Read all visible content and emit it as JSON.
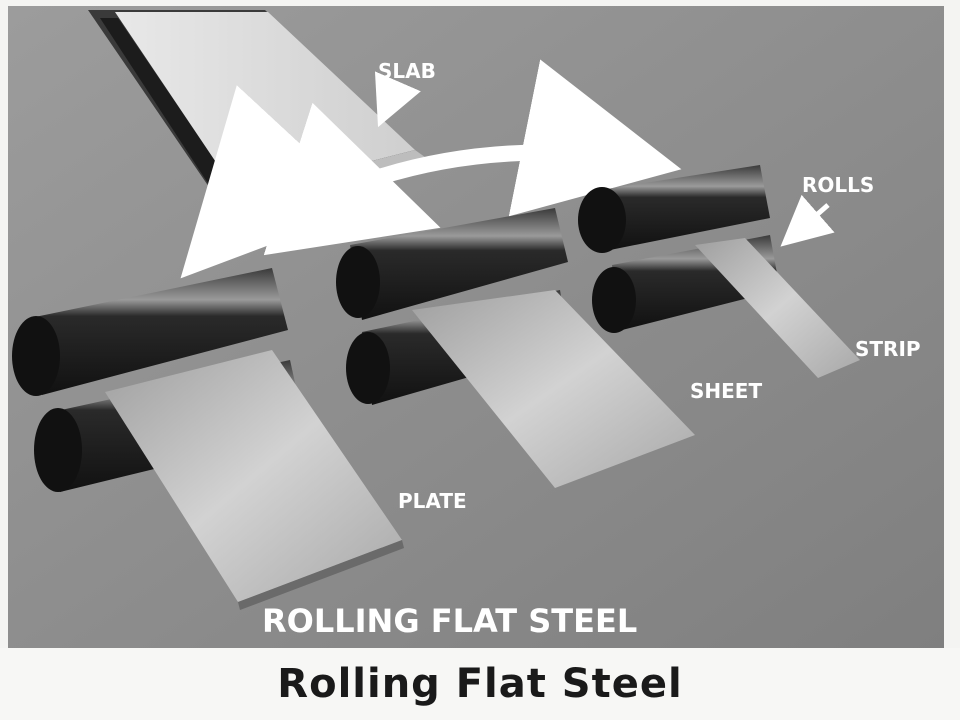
{
  "labels": {
    "slab": "SLAB",
    "rolls": "ROLLS",
    "strip": "STRIP",
    "sheet": "SHEET",
    "plate": "PLATE",
    "banner": "ROLLING FLAT STEEL"
  },
  "caption": "Rolling Flat Steel",
  "colors": {
    "background": "#8e8e8e",
    "roll_dark": "#202020",
    "roll_highlight": "#9a9a9a",
    "metal_light": "#d6d6d6",
    "label_text": "#ffffff"
  }
}
